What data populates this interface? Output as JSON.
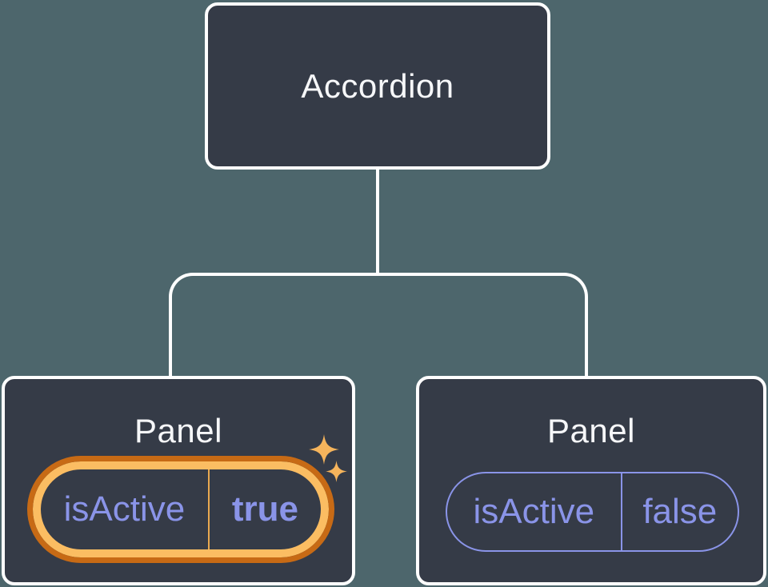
{
  "diagram_type": "component-tree-state",
  "colors": {
    "background": "#4D666C",
    "node_fill": "#353B47",
    "node_border": "#FFFFFF",
    "node_text": "#F6F7F9",
    "state_purple": "#8A94E8",
    "highlight_orange_dark": "#C76A15",
    "highlight_gold": "#FBBD62",
    "highlight_divider": "#E9A950",
    "sparkle_gold": "#F5B45C",
    "connector": "#FFFFFF"
  },
  "tree": {
    "root": {
      "label": "Accordion"
    },
    "children": [
      {
        "label": "Panel",
        "prop": {
          "name": "isActive",
          "value": "true"
        },
        "highlighted": true
      },
      {
        "label": "Panel",
        "prop": {
          "name": "isActive",
          "value": "false"
        },
        "highlighted": false
      }
    ]
  }
}
